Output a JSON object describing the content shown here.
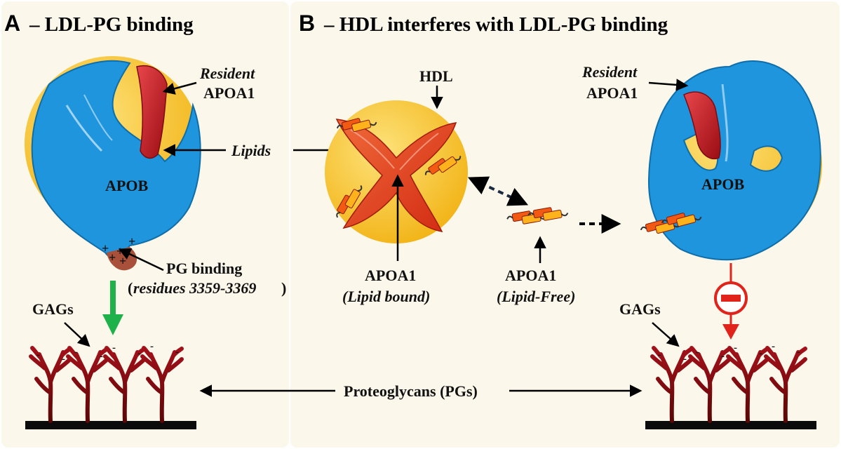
{
  "panel_a": {
    "letter": "A",
    "title": "– LDL-PG binding",
    "resident_label": "Resident",
    "apoa1_label": "APOA1",
    "apob_label": "APOB",
    "pg_binding_label": "PG binding",
    "residues_open": "(",
    "residues_label": "residues 3359-3369",
    "residues_close": ")",
    "gags_label": "GAGs",
    "charge_plus": "+",
    "charge_minus": "-"
  },
  "panel_b": {
    "letter": "B",
    "title": "– HDL interferes with LDL-PG binding",
    "hdl_label": "HDL",
    "apoa1_bound_label": "APOA1",
    "lipid_bound_label": "(Lipid bound)",
    "apoa1_free_label": "APOA1",
    "lipid_free_label": "(Lipid-Free)",
    "resident_label": "Resident",
    "apoa1_label": "APOA1",
    "apob_label": "APOB",
    "gags_label": "GAGs"
  },
  "shared": {
    "lipids_label": "Lipids",
    "proteoglycans_label": "Proteoglycans (PGs)"
  },
  "colors": {
    "panel_bg": "#fbf7ea",
    "lipid_yellow": "#f7c322",
    "apob_blue": "#1e95dc",
    "apoa1_red": "#c5121b",
    "pg_dark_red": "#8a0c0c",
    "green_arrow": "#1fb14a",
    "inhibit_red": "#e0241c"
  }
}
